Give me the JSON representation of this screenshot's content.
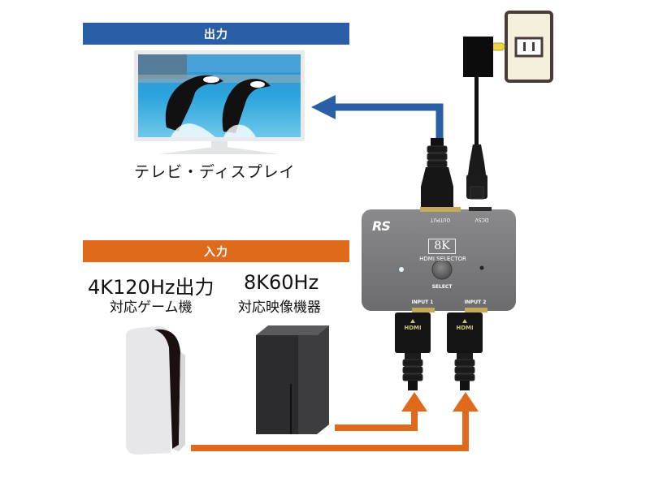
{
  "output_section": {
    "banner": "出力",
    "device_caption": "テレビ・ディスプレイ",
    "arrow_color": "#2a5fa8"
  },
  "input_section": {
    "banner": "入力",
    "arrow_color": "#e06a1c",
    "devices": [
      {
        "title": "4K120Hz出力",
        "subtitle": "対応ゲーム機",
        "icon": "white-game-console-icon"
      },
      {
        "title": "8K60Hz",
        "subtitle": "対応映像機器",
        "icon": "black-tower-console-icon"
      }
    ]
  },
  "selector": {
    "brand_logo": "RS",
    "badge": "8K",
    "product_name": "HDMI SELECTOR",
    "button_label": "SELECT",
    "port_output": "OUTPUT",
    "port_power": "DC5V",
    "port_input1": "INPUT 1",
    "port_input2": "INPUT 2",
    "connector_label": "HDMI"
  },
  "power": {
    "outlet_icon": "wall-outlet-icon",
    "adapter_icon": "ac-adapter-icon"
  },
  "colors": {
    "blue": "#2a5fa8",
    "orange": "#e06a1c",
    "selector_body": "#7a7a7c",
    "outlet_bg": "#f5f0dc"
  }
}
